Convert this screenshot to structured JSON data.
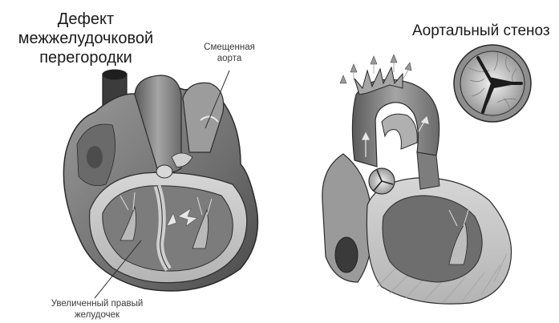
{
  "left_title": [
    "Дефект",
    "межжелудочковой",
    "перегородки"
  ],
  "right_title": "Аортальный стеноз",
  "labels": {
    "displaced_aorta": [
      "Смещенная",
      "аорта"
    ],
    "enlarged_right_ventricle": [
      "Увеличенный правый",
      "желудочек"
    ]
  },
  "colors": {
    "outline": "#2b2b2b",
    "dark_fill": "#555555",
    "mid_fill": "#8a8a8a",
    "light_fill": "#c8c8c8",
    "pale_fill": "#e4e4e4"
  }
}
